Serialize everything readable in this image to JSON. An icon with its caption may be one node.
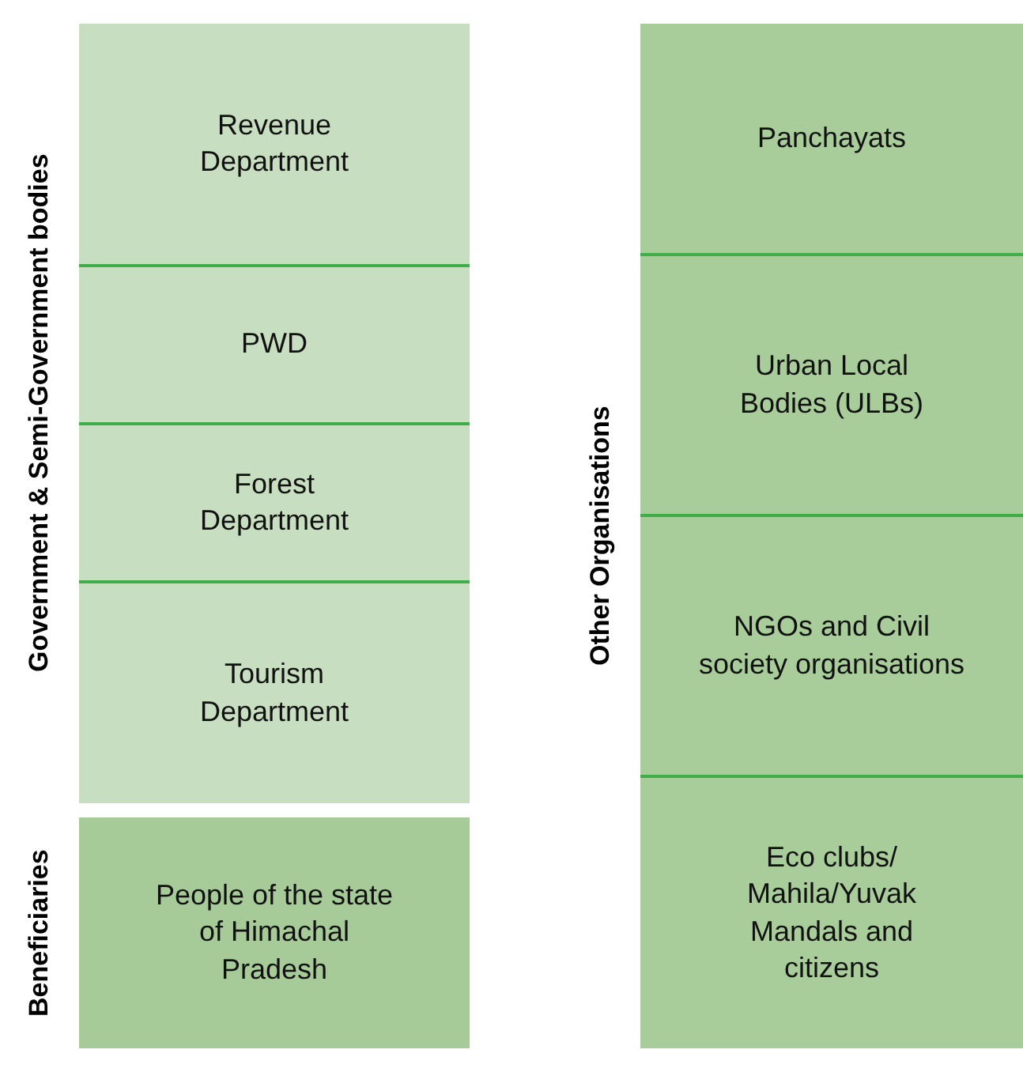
{
  "diagram": {
    "nodes": [
      {
        "text": [
          "Government & Semi-Government bodies"
        ]
      },
      {
        "text": [
          "Revenue Department"
        ],
        "in": 0
      },
      {
        "text": [
          "PWD"
        ],
        "in": 0
      },
      {
        "text": [
          "Forest Department"
        ],
        "in": 0
      },
      {
        "text": [
          "Tourism Department"
        ],
        "in": 0
      },
      {
        "text": [
          "Beneficiaries",
          "People of the state of Himachal Pradesh"
        ]
      },
      {
        "text": [
          "Other Organisations"
        ]
      },
      {
        "text": [
          "Panchayats"
        ],
        "in": 6
      },
      {
        "text": [
          "Urban Local Bodies (ULBs)"
        ],
        "in": 6
      },
      {
        "text": [
          "NGOs and Civil society organisations"
        ],
        "in": 6
      },
      {
        "text": [
          "Eco clubs/ Mahila/Yuvak Mandals and citizens"
        ],
        "in": 6
      }
    ]
  }
}
